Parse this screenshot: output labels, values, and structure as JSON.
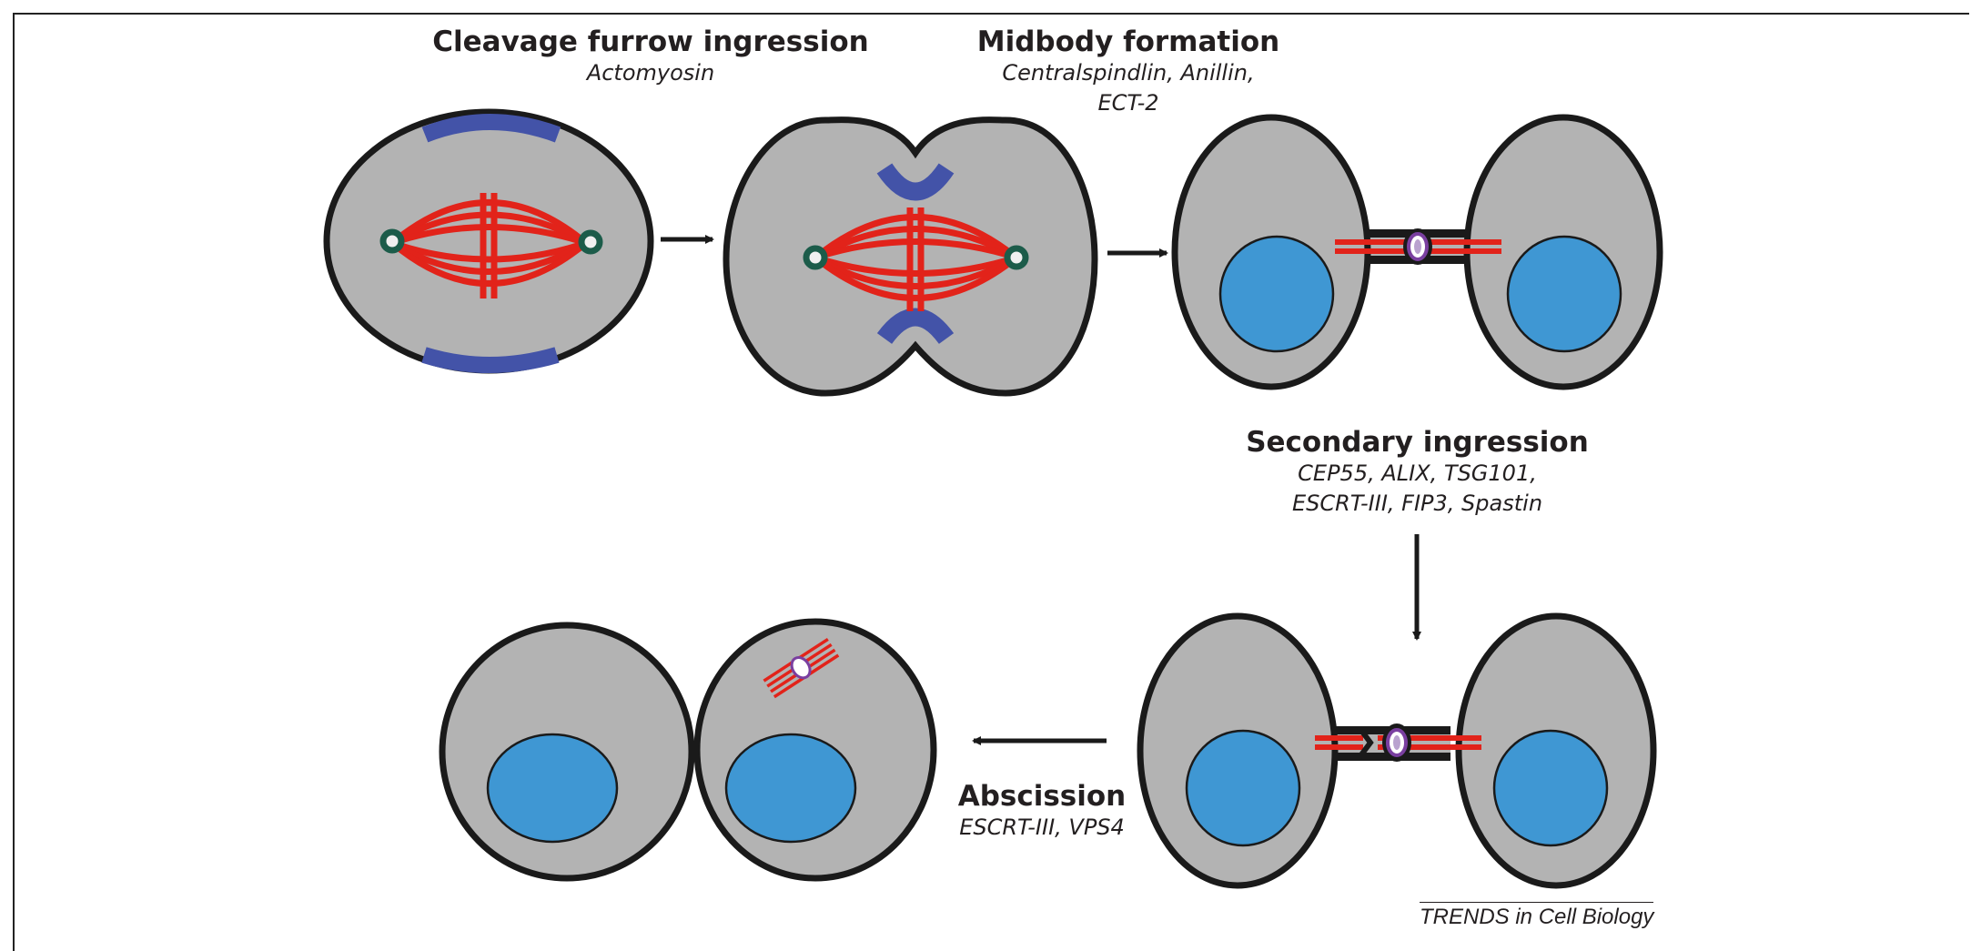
{
  "steps": {
    "cleavage": {
      "title": "Cleavage furrow ingression",
      "proteins": "Actomyosin"
    },
    "midbody": {
      "title": "Midbody formation",
      "proteins_line1": "Centralspindlin, Anillin,",
      "proteins_line2": "ECT-2"
    },
    "secondary": {
      "title": "Secondary ingression",
      "proteins_line1": "CEP55, ALIX, TSG101,",
      "proteins_line2": "ESCRT-III, FIP3, Spastin"
    },
    "abscission": {
      "title": "Abscission",
      "proteins": "ESCRT-III, VPS4"
    }
  },
  "credit": "TRENDS in Cell Biology",
  "colors": {
    "cytoplasm": "#b3b3b3",
    "outline": "#1a1a1a",
    "microtubule": "#e2231a",
    "actomyosin_ring": "#4353a8",
    "nucleus": "#3f97d3",
    "centrosome": "#1c5c4a",
    "midbody_ring": "#7a3fa0"
  }
}
